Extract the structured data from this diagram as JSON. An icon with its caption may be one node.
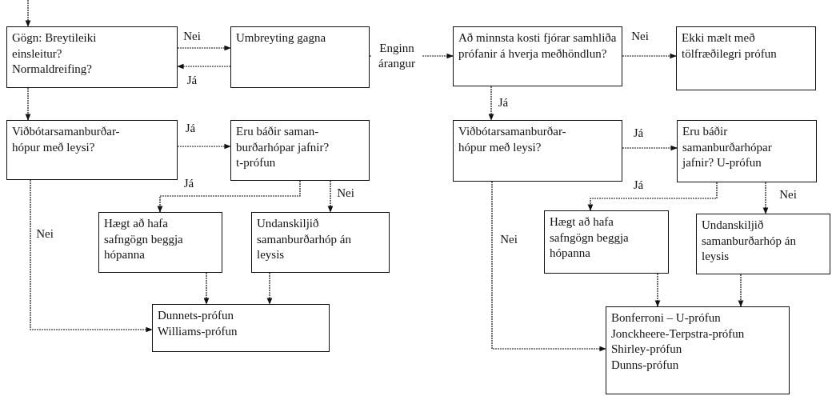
{
  "diagram": {
    "nodes": [
      {
        "text": [
          "Gögn: Breytileiki einsleitur? Normaldreifing?"
        ]
      },
      {
        "text": [
          "Umbreyting gagna"
        ]
      },
      {
        "text": [
          "Að minnsta kosti fjórar samhliða prófanir á hverja meðhöndlun?"
        ]
      },
      {
        "text": [
          "Ekki mælt með tölfræðilegri prófun"
        ]
      },
      {
        "text": [
          "Viðbótarsamanburðar- hópur með leysi?"
        ]
      },
      {
        "text": [
          "Eru báðir saman- burðarhópar jafnir? t-prófun"
        ]
      },
      {
        "text": [
          "Hægt að hafa safngögn beggja hópanna"
        ]
      },
      {
        "text": [
          "Undanskiljið samanburðarhóp án leysis"
        ]
      },
      {
        "text": [
          "Dunnets-prófun",
          "Williams-prófun"
        ]
      },
      {
        "text": [
          "Viðbótarsamanburðar- hópur með leysi?"
        ]
      },
      {
        "text": [
          "Eru báðir samanburðarhópar jafnir? U-prófun"
        ]
      },
      {
        "text": [
          "Hægt að hafa safngögn beggja hópanna"
        ]
      },
      {
        "text": [
          "Undanskiljið samanburðarhóp án leysis"
        ]
      },
      {
        "text": [
          "Bonferroni – U-prófun",
          "Jonckheere-Terpstra-prófun",
          "Shirley-prófun",
          "Dunns-prófun"
        ]
      }
    ],
    "edges": [
      {
        "from": null,
        "to": 0,
        "arrow": "to"
      },
      {
        "from": 0,
        "to": 1,
        "arrow": "to",
        "label": "Nei"
      },
      {
        "from": 1,
        "to": 0,
        "arrow": "to",
        "label": "Já"
      },
      {
        "from": 1,
        "to": 2,
        "arrow": "to",
        "label": "Enginn árangur"
      },
      {
        "from": 2,
        "to": 3,
        "arrow": "to",
        "label": "Nei"
      },
      {
        "from": 2,
        "to": 9,
        "arrow": "to",
        "label": "Já"
      },
      {
        "from": 0,
        "to": 4,
        "arrow": "to"
      },
      {
        "from": 4,
        "to": 5,
        "arrow": "to",
        "label": "Já"
      },
      {
        "from": 5,
        "to": 6,
        "arrow": "to",
        "label": "Já"
      },
      {
        "from": 5,
        "to": 7,
        "arrow": "to",
        "label": "Nei"
      },
      {
        "from": 4,
        "to": 8,
        "arrow": "to",
        "label": "Nei"
      },
      {
        "from": 6,
        "to": 8,
        "arrow": "to"
      },
      {
        "from": 7,
        "to": 8,
        "arrow": "to"
      },
      {
        "from": 9,
        "to": 10,
        "arrow": "to",
        "label": "Já"
      },
      {
        "from": 10,
        "to": 11,
        "arrow": "to",
        "label": "Já"
      },
      {
        "from": 10,
        "to": 12,
        "arrow": "to",
        "label": "Nei"
      },
      {
        "from": 9,
        "to": 13,
        "arrow": "to",
        "label": "Nei"
      },
      {
        "from": 11,
        "to": 13,
        "arrow": "to"
      },
      {
        "from": 12,
        "to": 13,
        "arrow": "to"
      }
    ]
  }
}
